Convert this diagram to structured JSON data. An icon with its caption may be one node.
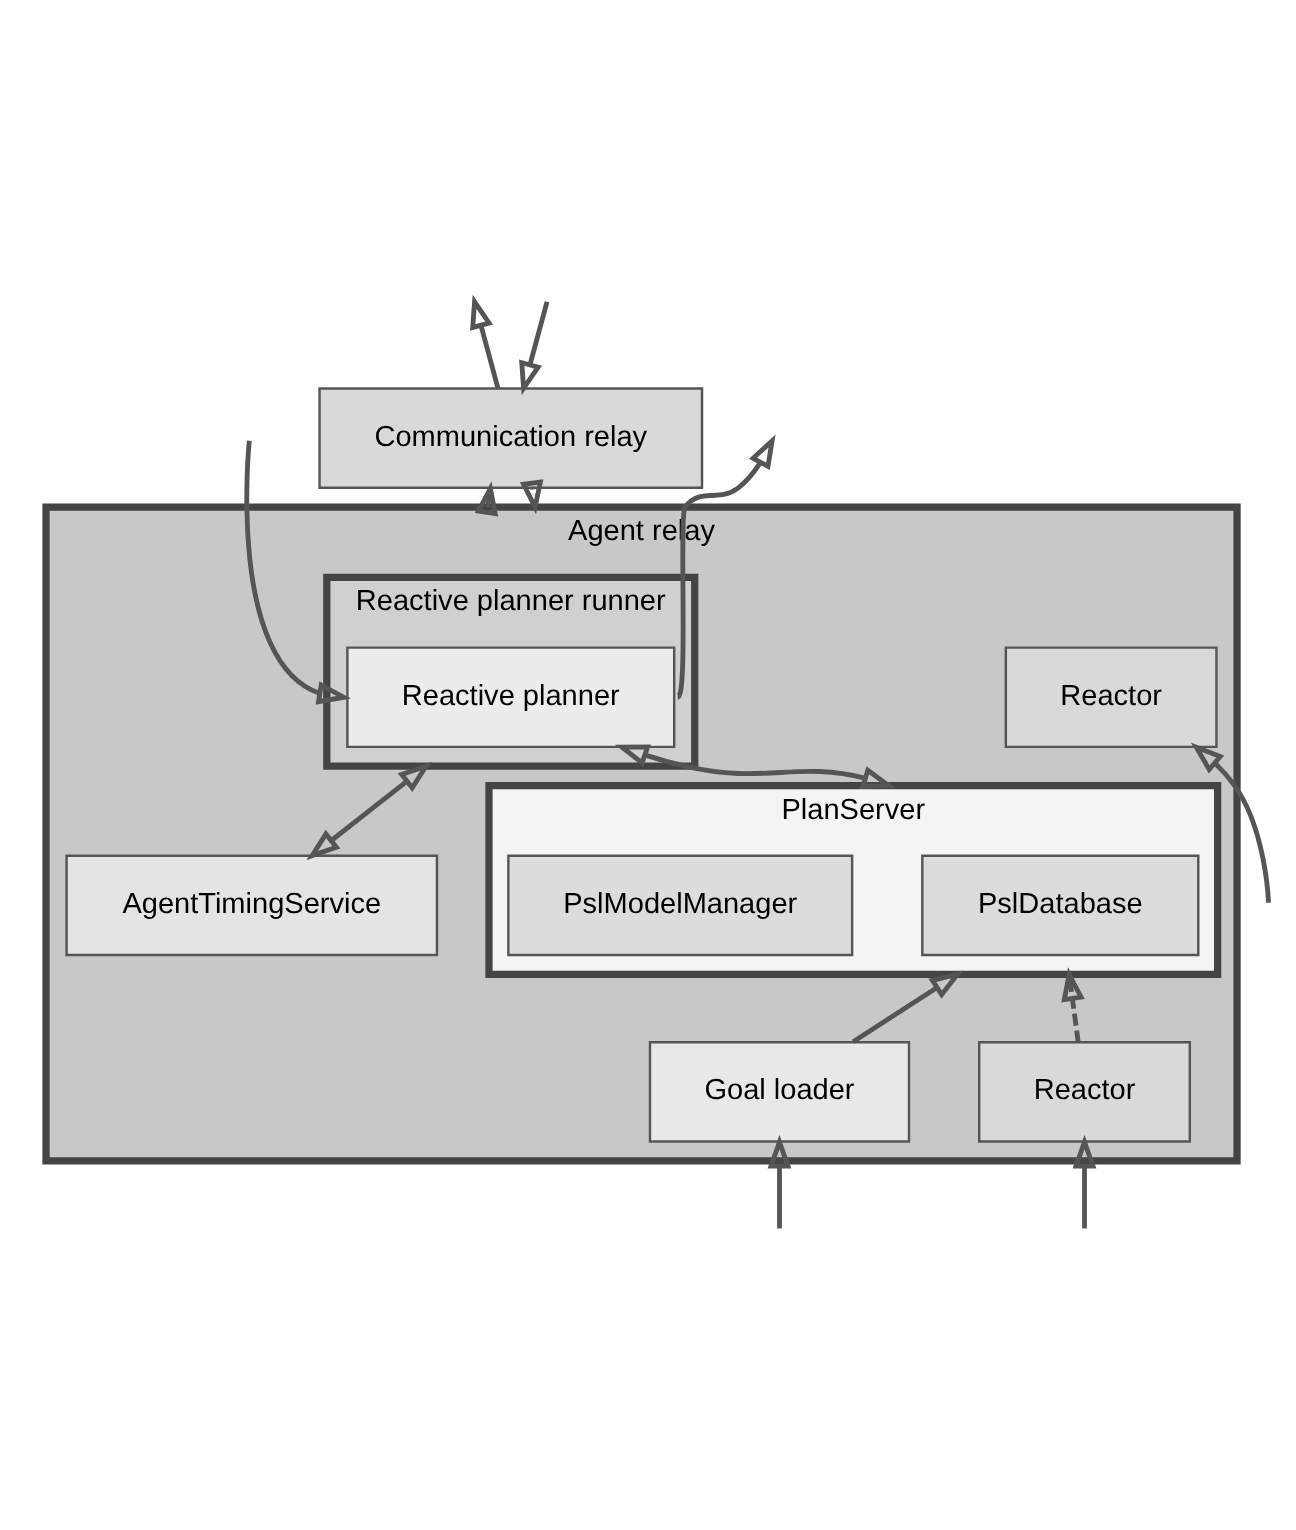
{
  "diagram": {
    "nodes": [
      {
        "text": [
          "Communication relay"
        ]
      },
      {
        "text": [
          "Agent relay"
        ]
      },
      {
        "text": [
          "Reactive planner runner"
        ],
        "in": 1
      },
      {
        "text": [
          "Reactive planner"
        ],
        "in": 2
      },
      {
        "text": [
          "AgentTimingService"
        ],
        "in": 1
      },
      {
        "text": [
          "PlanServer"
        ],
        "in": 1
      },
      {
        "text": [
          "PslDatabase"
        ],
        "in": 5
      },
      {
        "text": [
          "PslModelManager"
        ],
        "in": 5
      },
      {
        "text": [
          "Reactor"
        ],
        "in": 1
      },
      {
        "text": [
          "Goal loader"
        ],
        "in": 1
      },
      {
        "text": [
          "Reactor"
        ],
        "in": 1
      }
    ],
    "edges": [
      {
        "from": 0,
        "to": null,
        "arrow": "to"
      },
      {
        "from": null,
        "to": 0,
        "arrow": "to"
      },
      {
        "from": 1,
        "to": 0,
        "arrow": "to"
      },
      {
        "from": 0,
        "to": 1,
        "arrow": "to"
      },
      {
        "from": 3,
        "to": null,
        "arrow": "to"
      },
      {
        "from": null,
        "to": 3,
        "arrow": "to"
      },
      {
        "from": 2,
        "to": 4,
        "arrow": "both"
      },
      {
        "from": 3,
        "to": 5,
        "arrow": "both"
      },
      {
        "from": 9,
        "to": 5,
        "arrow": "to"
      },
      {
        "from": 10,
        "to": 5,
        "arrow": "to",
        "style": "dashed"
      },
      {
        "from": null,
        "to": 8,
        "arrow": "to"
      },
      {
        "from": null,
        "to": 9,
        "arrow": "to"
      },
      {
        "from": null,
        "to": 10,
        "arrow": "to"
      }
    ]
  }
}
